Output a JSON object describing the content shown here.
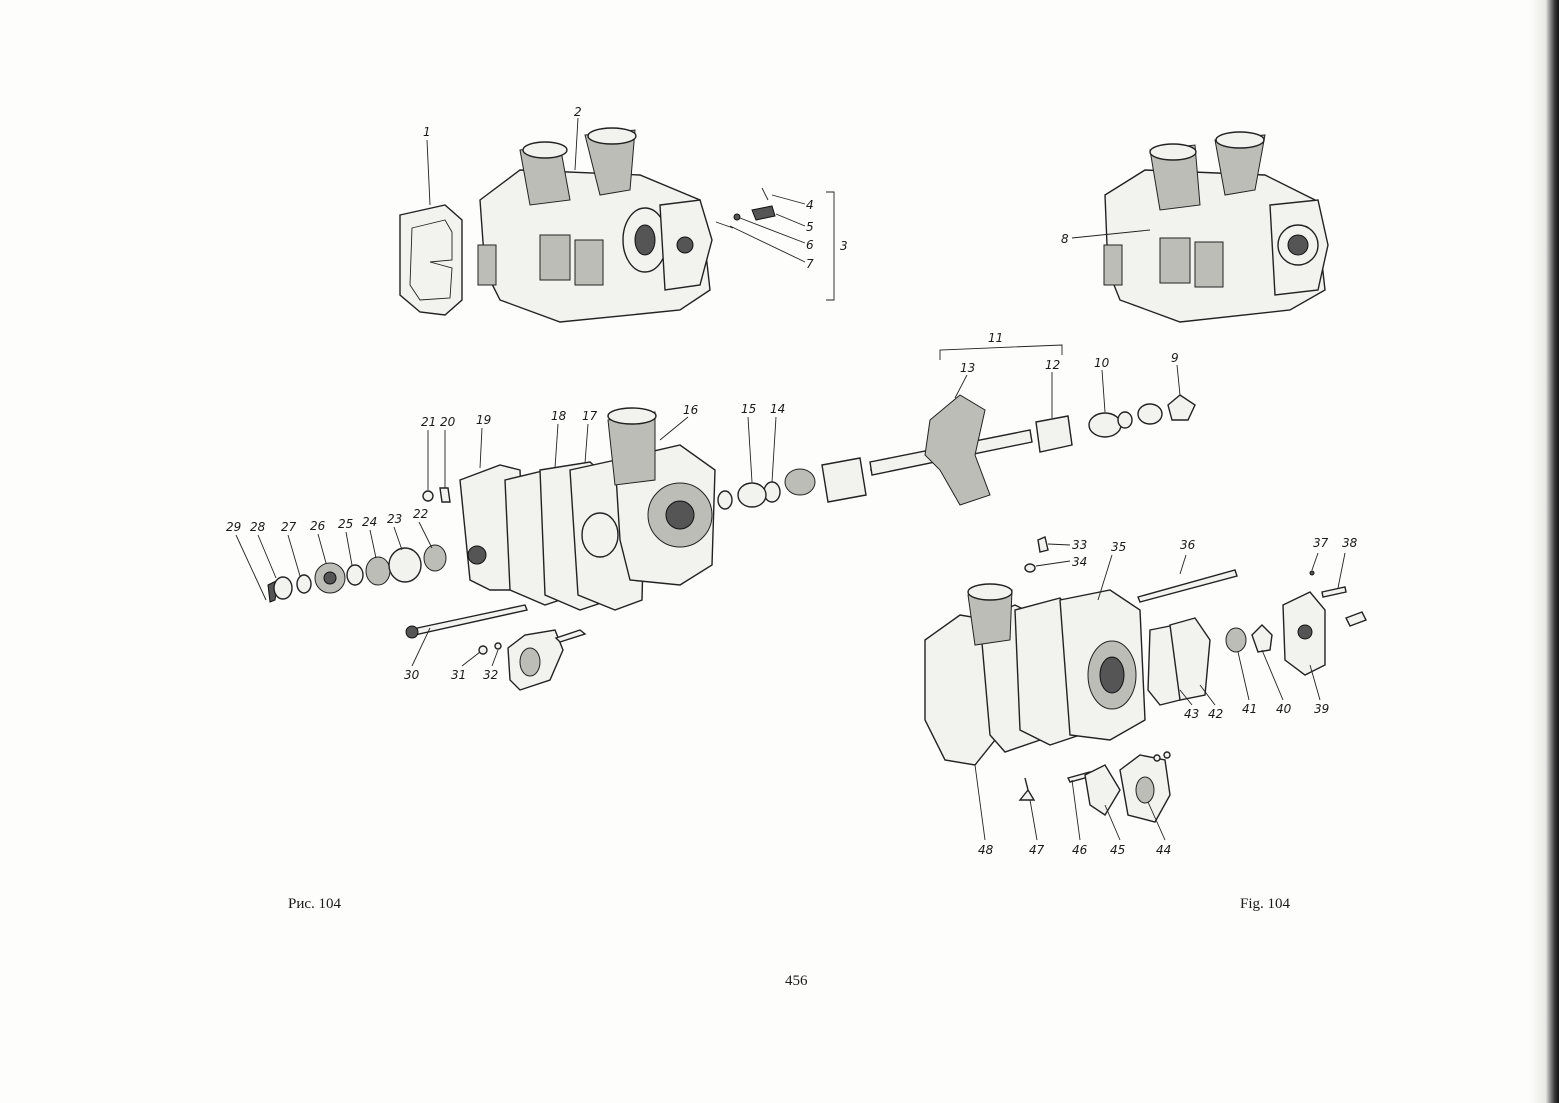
{
  "captions": {
    "left": "Рис. 104",
    "right": "Fig. 104"
  },
  "page_number": "456",
  "callouts": [
    "1",
    "2",
    "3",
    "4",
    "5",
    "6",
    "7",
    "8",
    "9",
    "10",
    "11",
    "12",
    "13",
    "14",
    "15",
    "16",
    "17",
    "18",
    "19",
    "20",
    "21",
    "22",
    "23",
    "24",
    "25",
    "26",
    "27",
    "28",
    "29",
    "30",
    "31",
    "32",
    "33",
    "34",
    "35",
    "36",
    "37",
    "38",
    "39",
    "40",
    "41",
    "42",
    "43",
    "44",
    "45",
    "46",
    "47",
    "48"
  ],
  "colors": {
    "ink": "#1a1a1a",
    "paper": "#fdfdfb",
    "shading": "#bdbdb8"
  }
}
